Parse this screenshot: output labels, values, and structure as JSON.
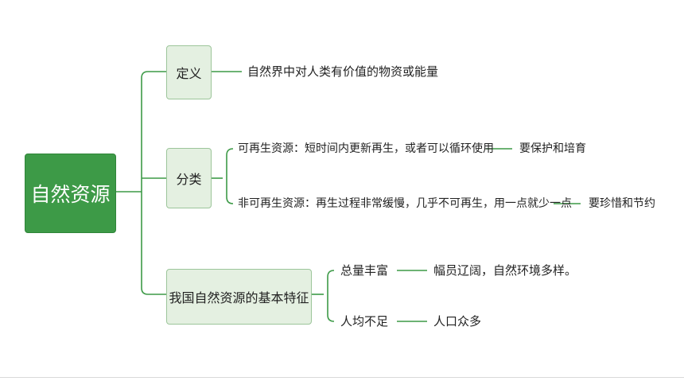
{
  "root": {
    "label": "自然资源"
  },
  "branches": [
    {
      "label": "定义"
    },
    {
      "label": "分类"
    },
    {
      "label": "我国自然资源的基本特征"
    }
  ],
  "leaves": {
    "definition": "自然界中对人类有价值的物资或能量",
    "renewable": "可再生资源：短时间内更新再生，或者可以循环使用",
    "renewable_note": "要保护和培育",
    "nonrenewable": "非可再生资源：再生过程非常缓慢，几乎不可再生，用一点就少一点",
    "nonrenewable_note": "要珍惜和节约",
    "total": "总量丰富",
    "total_note": "幅员辽阔，自然环境多样。",
    "percapita": "人均不足",
    "percapita_note": "人口众多"
  },
  "colors": {
    "root_fill": "#3d9a47",
    "branch_fill": "#e4f0e1",
    "connector": "#3d9a47"
  }
}
